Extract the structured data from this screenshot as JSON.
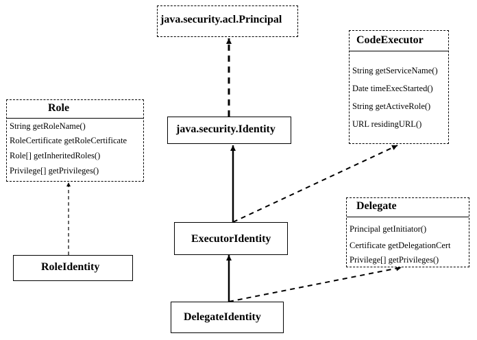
{
  "classes": {
    "principal": {
      "name": "java.security.acl.Principal"
    },
    "code_executor": {
      "name": "CodeExecutor",
      "methods": [
        "String getServiceName()",
        "Date timeExecStarted()",
        "String getActiveRole()",
        "URL residingURL()"
      ]
    },
    "role": {
      "name": "Role",
      "methods": [
        "String getRoleName()",
        "RoleCertificate getRoleCertificate",
        "Role[] getInheritedRoles()",
        "Privilege[] getPrivileges()"
      ]
    },
    "identity": {
      "name": "java.security.Identity"
    },
    "delegate": {
      "name": "Delegate",
      "methods": [
        "Principal getInitiator()",
        "Certificate getDelegationCert",
        "Privilege[] getPrivileges()"
      ]
    },
    "role_identity": {
      "name": "RoleIdentity"
    },
    "executor_identity": {
      "name": "ExecutorIdentity"
    },
    "delegate_identity": {
      "name": "DelegateIdentity"
    }
  },
  "colors": {
    "line": "#000000",
    "background": "#ffffff"
  }
}
